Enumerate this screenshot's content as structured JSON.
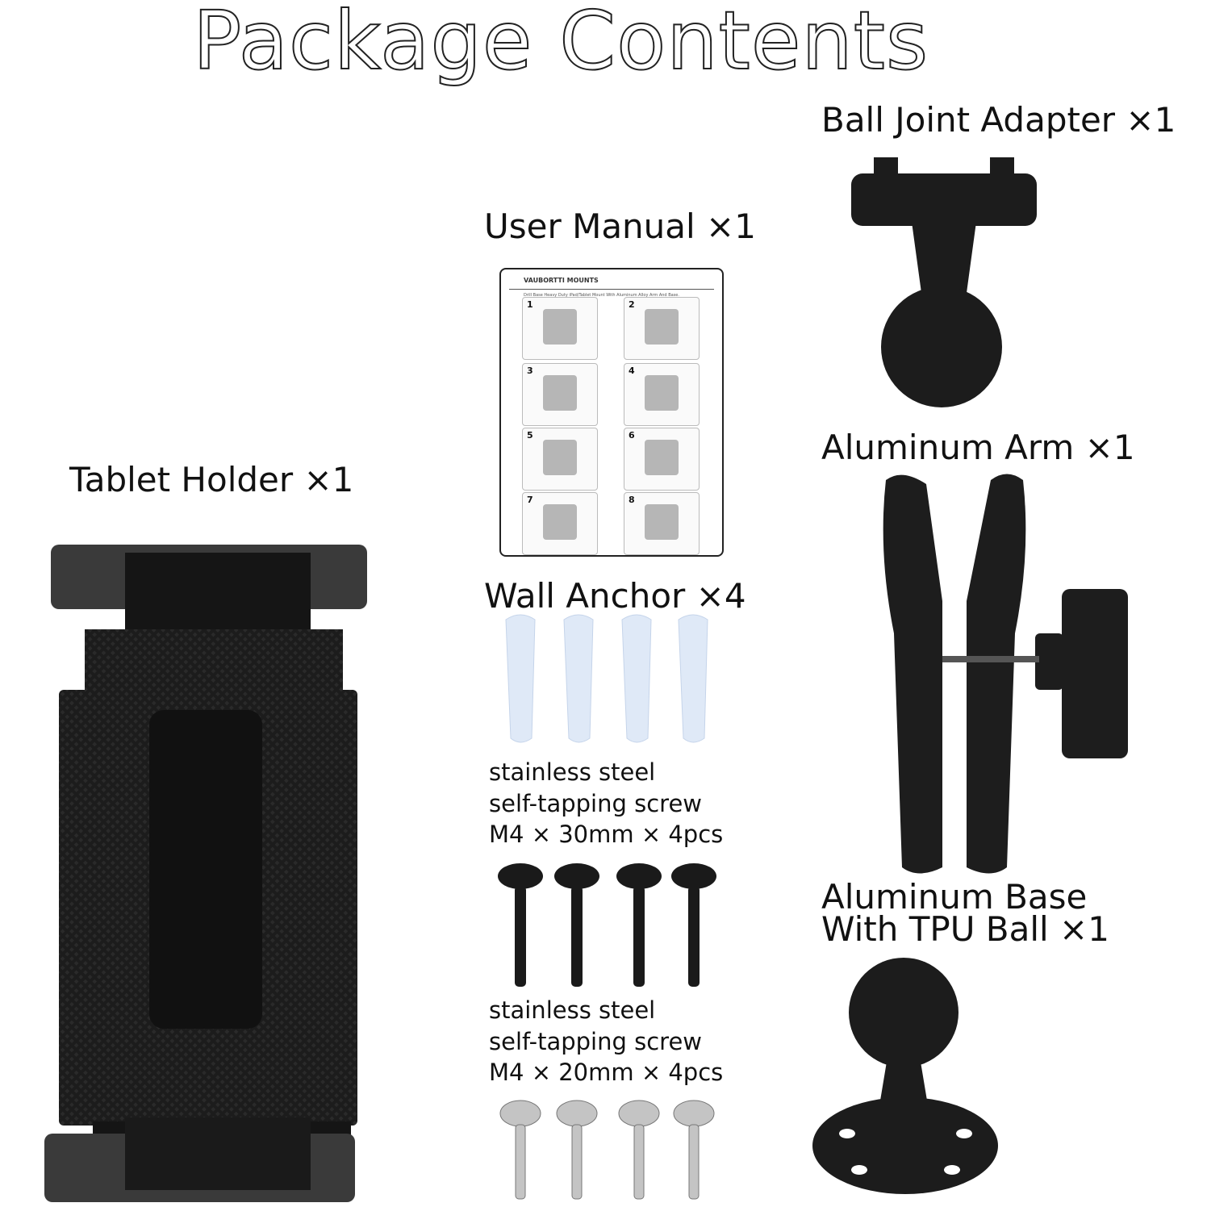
{
  "title": "Package Contents",
  "items": {
    "ball_joint_adapter": "Ball Joint Adapter ×1",
    "user_manual": "User Manual ×1",
    "tablet_holder": "Tablet Holder ×1",
    "aluminum_arm": "Aluminum Arm ×1",
    "wall_anchor": "Wall Anchor ×4",
    "screw_30": [
      "stainless steel",
      "self-tapping screw",
      "M4 × 30mm × 4pcs"
    ],
    "base_line1": "Aluminum Base",
    "base_line2": "With TPU Ball ×1",
    "screw_20": [
      "stainless steel",
      "self-tapping screw",
      "M4 × 20mm × 4pcs"
    ]
  },
  "manual": {
    "brand": "VAUBORTTI  MOUNTS",
    "subtitle": "Drill Base Heavy Duty iPad/Tablet Mount With Aluminum Alloy Arm And Base.",
    "steps": [
      "1",
      "2",
      "3",
      "4",
      "5",
      "6",
      "7",
      "8"
    ]
  }
}
